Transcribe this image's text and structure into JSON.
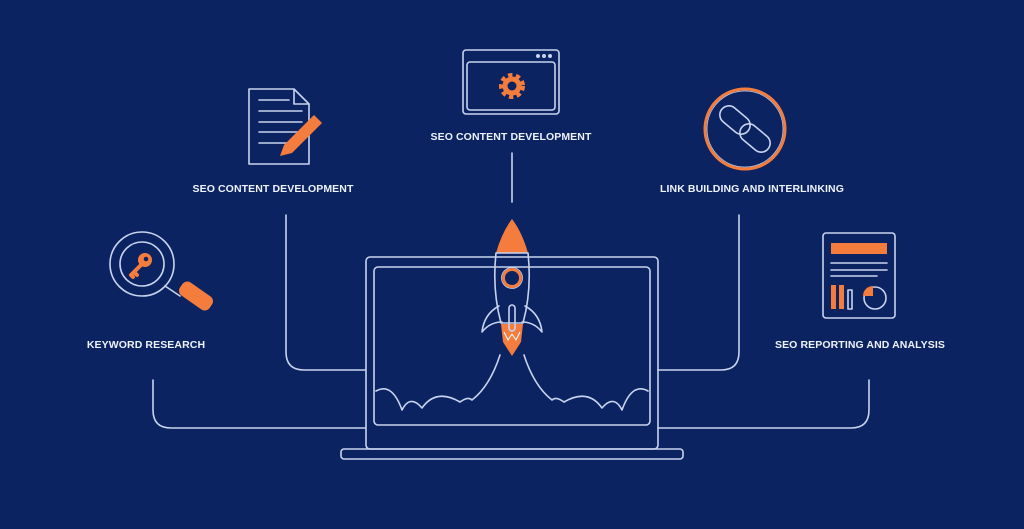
{
  "colors": {
    "background": "#0b2361",
    "accent": "#f47d3e",
    "line": "#c8d3ee"
  },
  "steps": [
    {
      "label": "KEYWORD RESEARCH",
      "icon": "magnifier-key-icon"
    },
    {
      "label": "SEO CONTENT DEVELOPMENT",
      "icon": "document-pencil-icon"
    },
    {
      "label": "SEO CONTENT DEVELOPMENT",
      "icon": "browser-gear-icon"
    },
    {
      "label": "LINK BUILDING AND INTERLINKING",
      "icon": "chain-link-icon"
    },
    {
      "label": "SEO REPORTING AND ANALYSIS",
      "icon": "report-chart-icon"
    }
  ],
  "center": {
    "icon": "laptop-rocket-icon"
  }
}
